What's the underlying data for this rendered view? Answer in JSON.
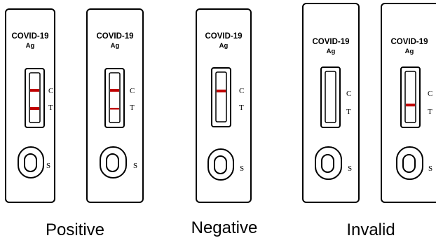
{
  "cassettes": [
    {
      "title": "COVID-19",
      "subtitle": "Ag",
      "control_label": "C",
      "test_label": "T",
      "sample_label": "S",
      "control_line": true,
      "test_line": true,
      "line_color": "#c00000"
    },
    {
      "title": "COVID-19",
      "subtitle": "Ag",
      "control_label": "C",
      "test_label": "T",
      "sample_label": "S",
      "control_line": true,
      "test_line": true,
      "line_color": "#c00000"
    },
    {
      "title": "COVID-19",
      "subtitle": "Ag",
      "control_label": "C",
      "test_label": "T",
      "sample_label": "S",
      "control_line": true,
      "test_line": false,
      "line_color": "#c00000"
    },
    {
      "title": "COVID-19",
      "subtitle": "Ag",
      "control_label": "C",
      "test_label": "T",
      "sample_label": "S",
      "control_line": false,
      "test_line": false,
      "line_color": "#c00000"
    },
    {
      "title": "COVID-19",
      "subtitle": "Ag",
      "control_label": "C",
      "test_label": "T",
      "sample_label": "S",
      "control_line": false,
      "test_line": true,
      "line_color": "#c00000"
    }
  ],
  "captions": {
    "positive": "Positive",
    "negative": "Negative",
    "invalid": "Invalid"
  }
}
